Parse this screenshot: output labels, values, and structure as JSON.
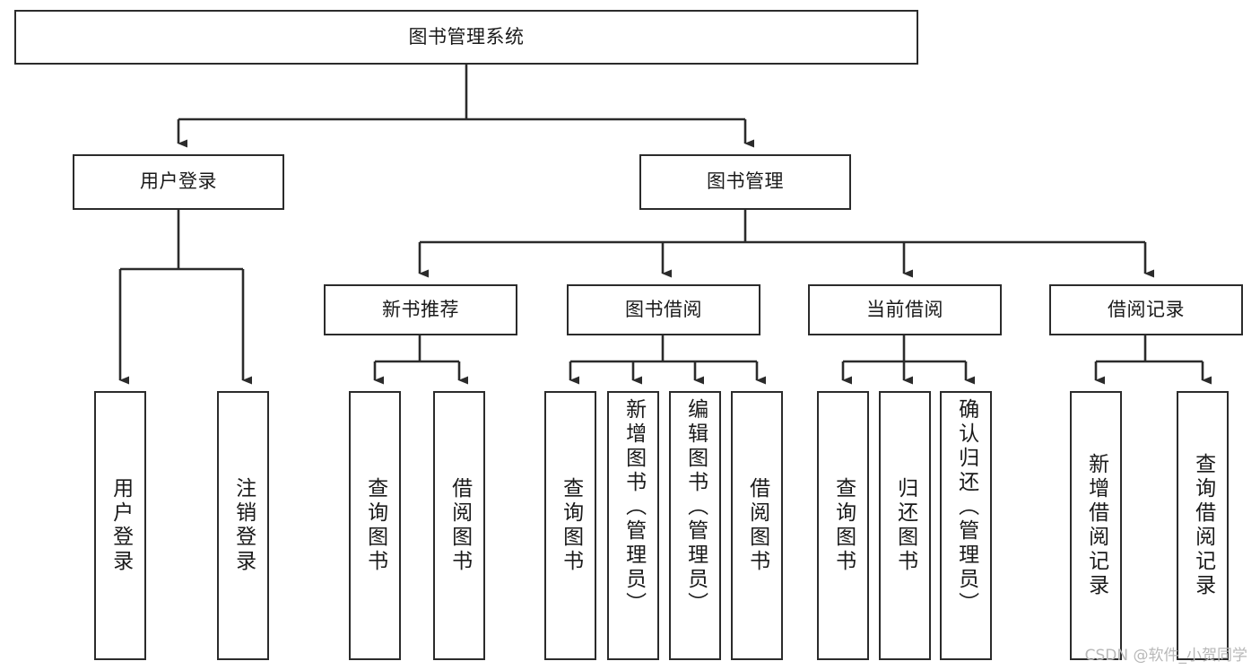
{
  "diagram": {
    "title": "图书管理系统",
    "type": "hierarchy-tree",
    "watermark": "CSDN @软件_小贺同学",
    "colors": {
      "box_border": "#2b2b2b",
      "box_fill": "#ffffff",
      "edge": "#2b2b2b",
      "text": "#1a1a1a",
      "watermark": "#b8b8b8"
    },
    "levels": {
      "level1": "root",
      "level2": "modules",
      "level3": "sub-modules",
      "level4": "functions"
    },
    "nodes": {
      "root": "图书管理系统",
      "user_login": "用户登录",
      "book_manage": "图书管理",
      "new_book_rec": "新书推荐",
      "book_borrow": "图书借阅",
      "current_borrow": "当前借阅",
      "borrow_record": "借阅记录",
      "leaf_user_login": "用户登录",
      "leaf_logout": "注销登录",
      "leaf_query_book_a": "查询图书",
      "leaf_borrow_book_a": "借阅图书",
      "leaf_query_book_b": "查询图书",
      "leaf_add_book": "新增图书（管理员）",
      "leaf_edit_book": "编辑图书（管理员）",
      "leaf_borrow_book_b": "借阅图书",
      "leaf_query_book_c": "查询图书",
      "leaf_return_book": "归还图书",
      "leaf_confirm_return": "确认归还（管理员）",
      "leaf_add_record": "新增借阅记录",
      "leaf_query_record": "查询借阅记录"
    },
    "edges": [
      {
        "from": "root",
        "to": "user_login"
      },
      {
        "from": "root",
        "to": "book_manage"
      },
      {
        "from": "user_login",
        "to": "leaf_user_login"
      },
      {
        "from": "user_login",
        "to": "leaf_logout"
      },
      {
        "from": "book_manage",
        "to": "new_book_rec"
      },
      {
        "from": "book_manage",
        "to": "book_borrow"
      },
      {
        "from": "book_manage",
        "to": "current_borrow"
      },
      {
        "from": "book_manage",
        "to": "borrow_record"
      },
      {
        "from": "new_book_rec",
        "to": "leaf_query_book_a"
      },
      {
        "from": "new_book_rec",
        "to": "leaf_borrow_book_a"
      },
      {
        "from": "book_borrow",
        "to": "leaf_query_book_b"
      },
      {
        "from": "book_borrow",
        "to": "leaf_add_book"
      },
      {
        "from": "book_borrow",
        "to": "leaf_edit_book"
      },
      {
        "from": "book_borrow",
        "to": "leaf_borrow_book_b"
      },
      {
        "from": "current_borrow",
        "to": "leaf_query_book_c"
      },
      {
        "from": "current_borrow",
        "to": "leaf_return_book"
      },
      {
        "from": "current_borrow",
        "to": "leaf_confirm_return"
      },
      {
        "from": "borrow_record",
        "to": "leaf_add_record"
      },
      {
        "from": "borrow_record",
        "to": "leaf_query_record"
      }
    ]
  }
}
